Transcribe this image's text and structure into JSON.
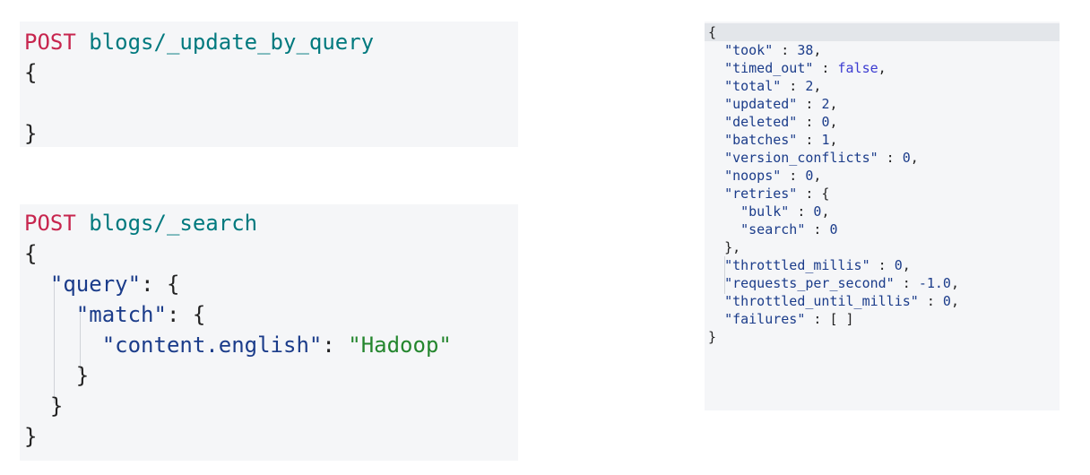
{
  "update_request": {
    "method": "POST",
    "path": "blogs/_update_by_query",
    "open": "{",
    "close": "}"
  },
  "search_request": {
    "method": "POST",
    "path": "blogs/_search",
    "open": "{",
    "query_key": "\"query\"",
    "match_key": "\"match\"",
    "field_key": "\"content.english\"",
    "field_value": "\"Hadoop\"",
    "close_match": "}",
    "close_query": "}",
    "close": "}"
  },
  "response": {
    "open": "{",
    "took_key": "\"took\"",
    "took": "38",
    "timed_out_key": "\"timed_out\"",
    "timed_out": "false",
    "total_key": "\"total\"",
    "total": "2",
    "updated_key": "\"updated\"",
    "updated": "2",
    "deleted_key": "\"deleted\"",
    "deleted": "0",
    "batches_key": "\"batches\"",
    "batches": "1",
    "version_conflicts_key": "\"version_conflicts\"",
    "version_conflicts": "0",
    "noops_key": "\"noops\"",
    "noops": "0",
    "retries_key": "\"retries\"",
    "bulk_key": "\"bulk\"",
    "bulk": "0",
    "search_key": "\"search\"",
    "search": "0",
    "retries_close": "},",
    "throttled_millis_key": "\"throttled_millis\"",
    "throttled_millis": "0",
    "requests_per_second_key": "\"requests_per_second\"",
    "requests_per_second": "-1.0",
    "throttled_until_millis_key": "\"throttled_until_millis\"",
    "throttled_until_millis": "0",
    "failures_key": "\"failures\"",
    "failures": "[ ]",
    "close": "}"
  }
}
